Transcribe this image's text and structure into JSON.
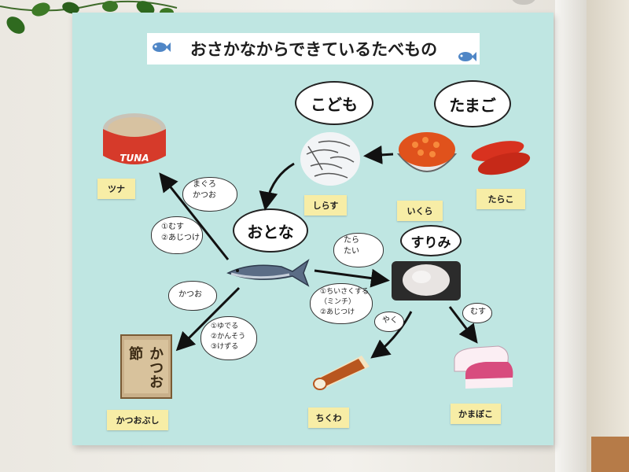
{
  "title": "おさかなからできているたべもの",
  "headings": {
    "kodomo": "こども",
    "tamago": "たまご",
    "otona": "おとな",
    "surimi": "すりみ"
  },
  "labels": {
    "tsuna": "ツナ",
    "shirasu": "しらす",
    "ikura": "いくら",
    "tarako": "たらこ",
    "katsuobushi": "かつおぶし",
    "chikuwa": "ちくわ",
    "kamaboko": "かまぼこ"
  },
  "tuna_can_text": "TUNA",
  "package_text": "かつお節",
  "notes": {
    "maguro_katsuo": [
      "まぐろ",
      "かつお"
    ],
    "tuna_process": [
      "①むす",
      "②あじつけ"
    ],
    "katsuo": "かつお",
    "katsuobushi_process": [
      "①ゆでる",
      "②かんそう",
      "③けずる"
    ],
    "tara_tai": [
      "たら",
      "たい"
    ],
    "surimi_process": [
      "①ちいさくする",
      "（ミンチ）",
      "②あじつけ"
    ],
    "yaku": "やく",
    "musu": "むす"
  },
  "colors": {
    "poster": "#bfe6e2",
    "label": "#f7eda6",
    "tuna_can": "#d63a2a"
  }
}
